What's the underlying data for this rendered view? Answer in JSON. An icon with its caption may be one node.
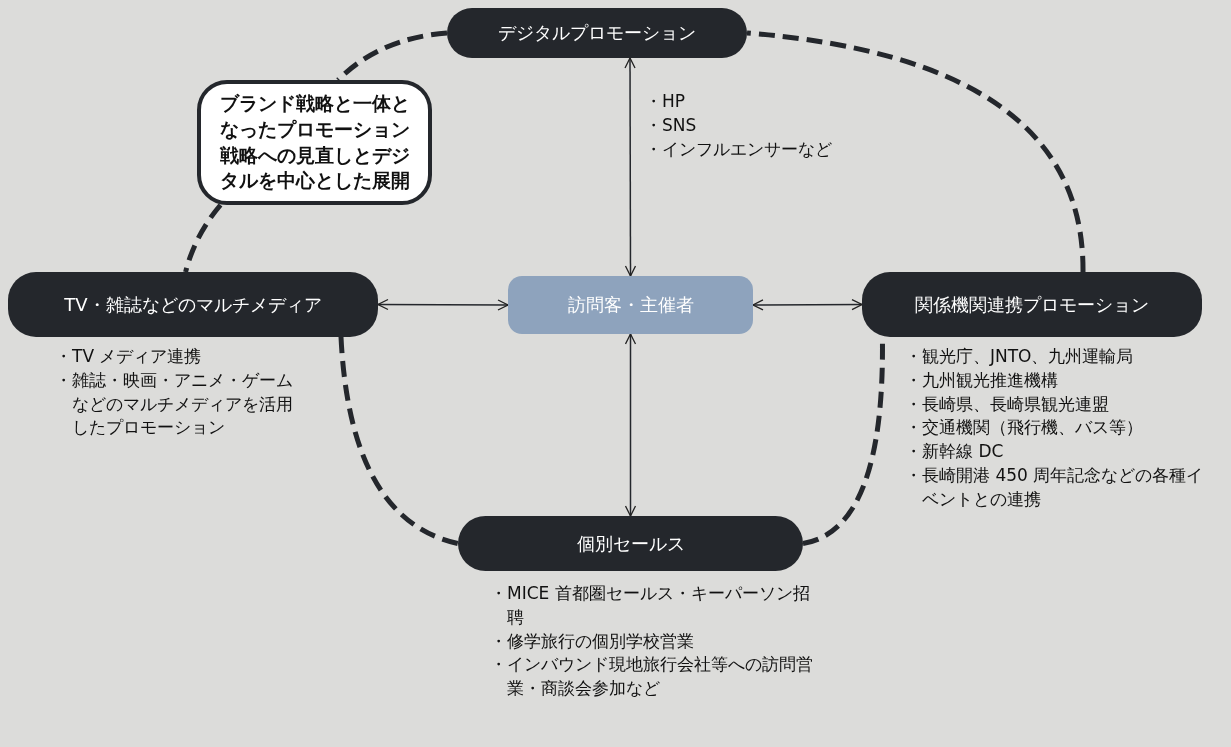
{
  "diagram": {
    "nodes": [
      {
        "text": [
          "デジタルプロモーション"
        ],
        "beside": [
          "・HP",
          "・SNS",
          "・インフルエンサーなど"
        ]
      },
      {
        "text": [
          "ブランド戦略と一体となったプロモーション戦略への見直しとデジタルを中心とした展開"
        ]
      },
      {
        "text": [
          "TV・雑誌などのマルチメディア"
        ],
        "beside": [
          "・TV メディア連携",
          "・雑誌・映画・アニメ・ゲームなどのマルチメディアを活用したプロモーション"
        ]
      },
      {
        "text": [
          "訪問客・主催者"
        ]
      },
      {
        "text": [
          "関係機関連携プロモーション"
        ],
        "beside": [
          "・観光庁、JNTO、九州運輸局",
          "・九州観光推進機構",
          "・長崎県、長崎県観光連盟",
          "・交通機関（飛行機、バス等）",
          "・新幹線 DC",
          "・長崎開港 450 周年記念などの各種イベントとの連携"
        ]
      },
      {
        "text": [
          "個別セールス"
        ],
        "beside": [
          "・MICE 首都圏セールス・キーパーソン招聘",
          "・修学旅行の個別学校営業",
          "・インバウンド現地旅行会社等への訪問営業・商談会参加など"
        ]
      }
    ],
    "edges": [
      {
        "from": 0,
        "to": 3,
        "arrow": "both"
      },
      {
        "from": 2,
        "to": 3,
        "arrow": "both"
      },
      {
        "from": 3,
        "to": 4,
        "arrow": "both"
      },
      {
        "from": 3,
        "to": 5,
        "arrow": "both"
      },
      {
        "from": 0,
        "to": 1,
        "arrow": "none",
        "style": "dashed"
      },
      {
        "from": 1,
        "to": 2,
        "arrow": "none",
        "style": "dashed"
      },
      {
        "from": 2,
        "to": 5,
        "arrow": "none",
        "style": "dashed"
      },
      {
        "from": 5,
        "to": 4,
        "arrow": "none",
        "style": "dashed"
      },
      {
        "from": 4,
        "to": 0,
        "arrow": "none",
        "style": "dashed"
      }
    ]
  }
}
